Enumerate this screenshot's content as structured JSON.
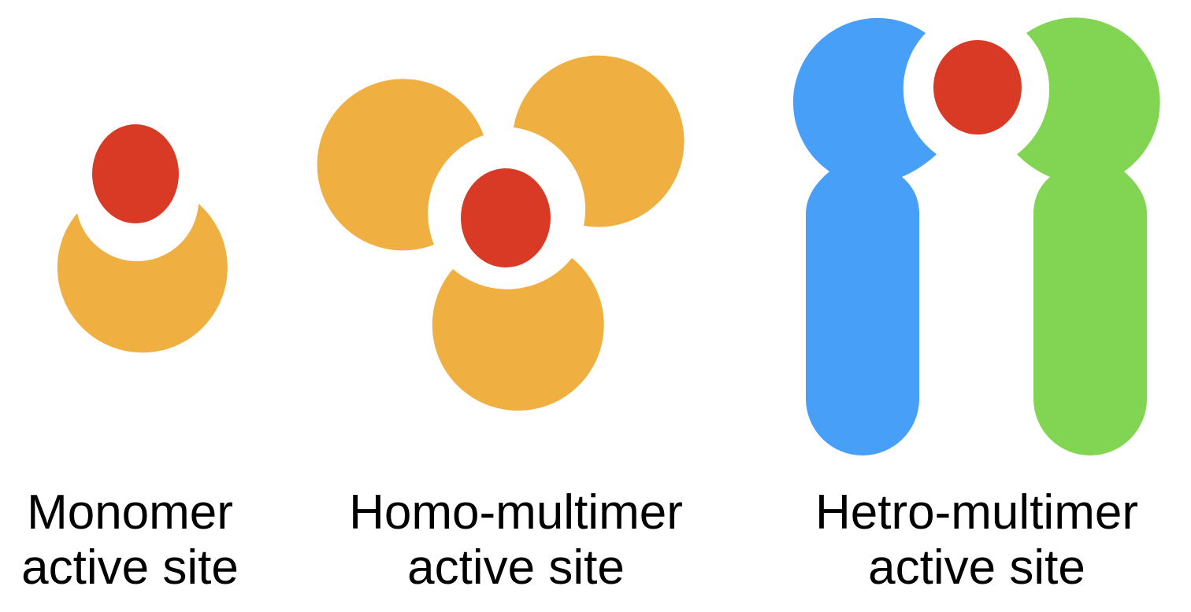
{
  "colors": {
    "active_site": "#D93A26",
    "homo_subunit": "#F0AF41",
    "hetero_subunit_a": "#479FF7",
    "hetero_subunit_b": "#82D552",
    "background": "#FFFFFF"
  },
  "panels": {
    "monomer": {
      "line1": "Monomer",
      "line2": "active site"
    },
    "homo_multimer": {
      "line1": "Homo-multimer",
      "line2": "active site"
    },
    "hetero_multimer": {
      "line1": "Hetro-multimer",
      "line2": "active site"
    }
  }
}
